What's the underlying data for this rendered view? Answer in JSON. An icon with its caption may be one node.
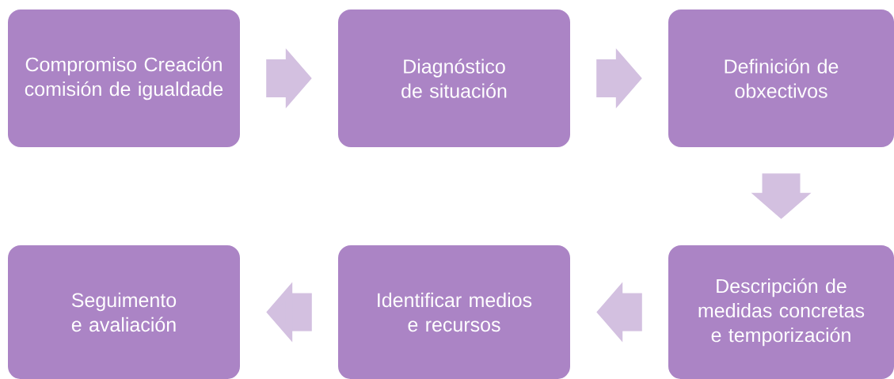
{
  "diagram": {
    "nodes": [
      {
        "text": [
          "Compromiso Creación comisión de igualdade"
        ]
      },
      {
        "text": [
          "Diagnóstico de situación"
        ]
      },
      {
        "text": [
          "Definición de obxectivos"
        ]
      },
      {
        "text": [
          "Descripción de medidas concretas e temporización"
        ]
      },
      {
        "text": [
          "Identificar medios e recursos"
        ]
      },
      {
        "text": [
          "Seguimento e avaliación"
        ]
      }
    ],
    "edges": [
      {
        "from": 0,
        "to": 1,
        "arrow": "to"
      },
      {
        "from": 1,
        "to": 2,
        "arrow": "to"
      },
      {
        "from": 2,
        "to": 3,
        "arrow": "to"
      },
      {
        "from": 3,
        "to": 4,
        "arrow": "to"
      },
      {
        "from": 4,
        "to": 5,
        "arrow": "to"
      }
    ]
  }
}
